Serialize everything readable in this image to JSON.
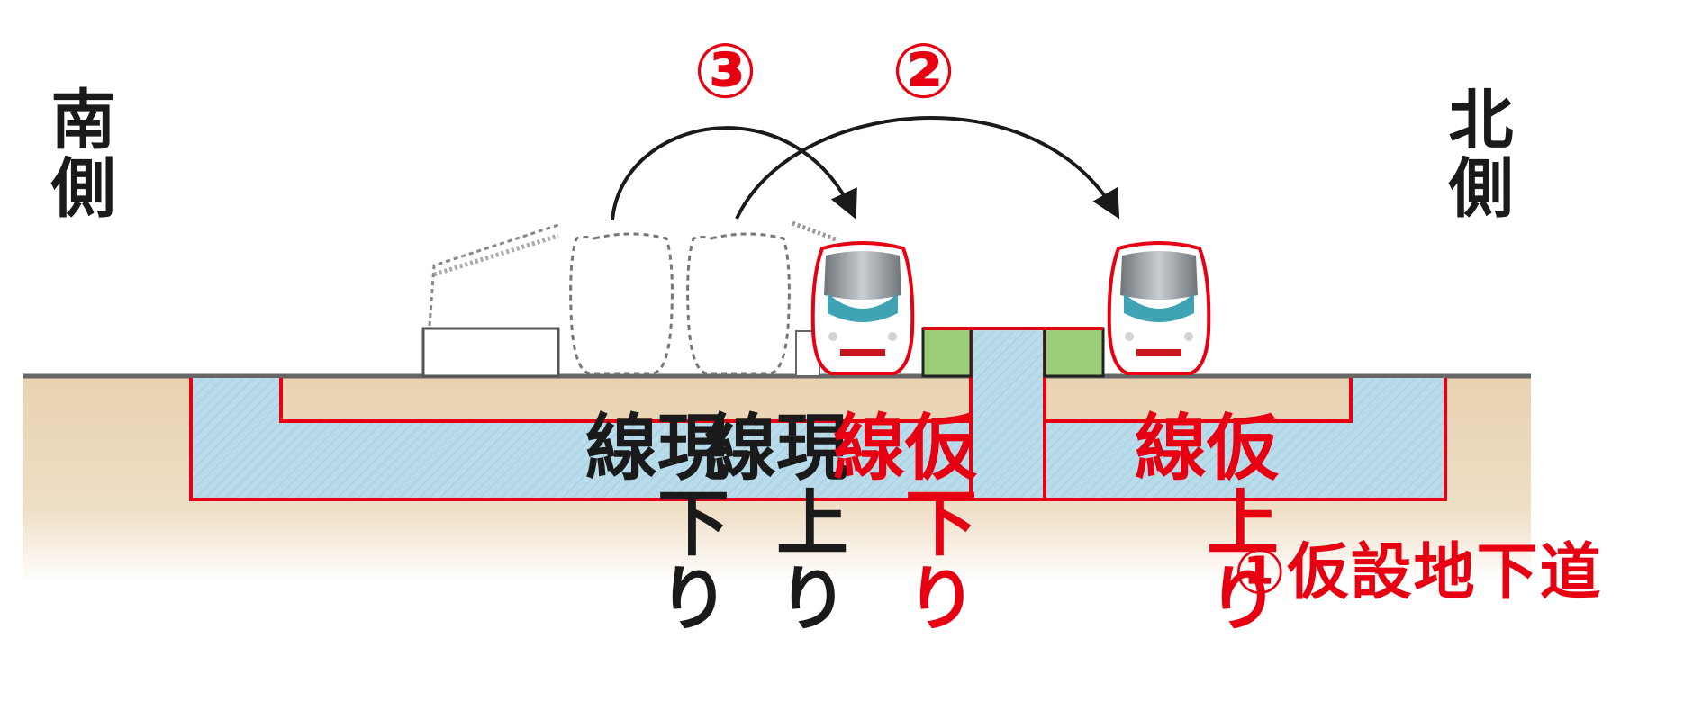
{
  "labels": {
    "south": "南側",
    "north": "北側",
    "current_down": "現下り線",
    "current_up": "現上り線",
    "temp_down": "仮下り線",
    "temp_up": "仮上り線",
    "step2": "②",
    "step3": "③",
    "step1_subway": "①仮設地下道"
  },
  "colors": {
    "red": "#e60012",
    "ground": "#e8d2b0",
    "underpass_fill": "#b9dcea",
    "green_block": "#9ccd78",
    "line": "#444444"
  },
  "icons": [
    "train-front-icon",
    "ghost-train-icon",
    "curved-arrow-icon"
  ]
}
